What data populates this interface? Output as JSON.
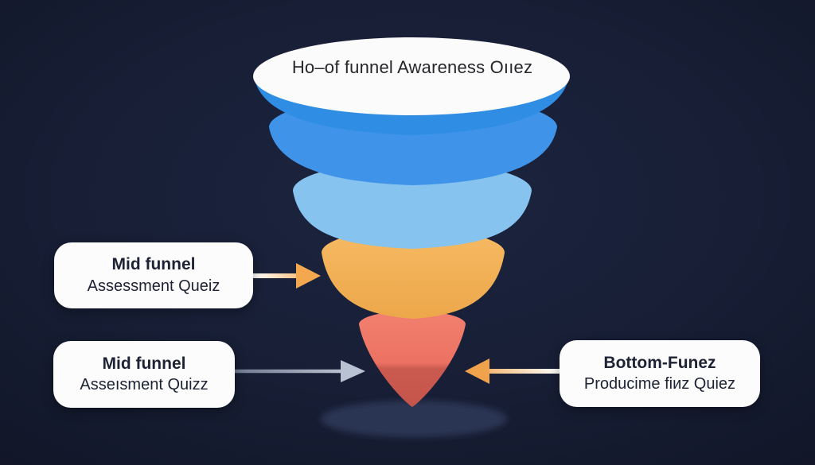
{
  "scene": {
    "background": "#171e35",
    "vignette_inner": "#1c2440",
    "vignette_outer": "#111627"
  },
  "funnel": {
    "top_label": "Ho–of funnel Awareness Oııez",
    "label_color": "#26262b",
    "mouth_fill": "#fbfbfb",
    "layers": [
      {
        "name": "top-of-funnel",
        "fill": "#2f8de4"
      },
      {
        "name": "upper-mid-funnel",
        "fill": "#3f93e8"
      },
      {
        "name": "lower-mid-funnel",
        "fill": "#86c3ee"
      },
      {
        "name": "bottom-funnel",
        "fill_top": "#f6ba63",
        "fill_bottom": "#eda74a"
      },
      {
        "name": "funnel-tip",
        "fill_top": "#f2806f",
        "fill_mid": "#ec7263",
        "fill_band": "#cb5a50",
        "fill_bottom": "#c5544b"
      }
    ],
    "shadow_fill": "#2b3452"
  },
  "callouts": [
    {
      "title": "Mid funnel",
      "subtitle": "Assessment Queiz"
    },
    {
      "title": "Mid funnel",
      "subtitle": "Asseısment Quizz"
    },
    {
      "title": "Bottom-Funez",
      "subtitle": "Producime fiиz Quiez"
    }
  ],
  "arrows": [
    {
      "name": "mid-funnel-1-arrow",
      "direction": "right",
      "line_from": "#ffffff",
      "line_to": "#f3a74f",
      "head": "#f3a74f"
    },
    {
      "name": "mid-funnel-2-arrow",
      "direction": "right",
      "line_from": "#6f7990",
      "line_to": "#c6cdda",
      "head": "#b9c2d2"
    },
    {
      "name": "bottom-funnel-arrow",
      "direction": "left",
      "line_from": "#f0a24c",
      "line_to": "#ffffff",
      "head": "#f0a24c"
    }
  ]
}
